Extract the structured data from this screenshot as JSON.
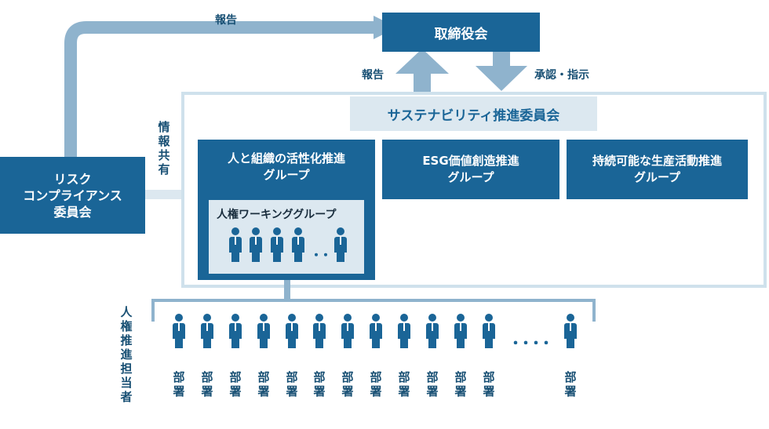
{
  "board": "取締役会",
  "report_top": "報告",
  "report_mid": "報告",
  "approve": "承認・指示",
  "sustainability_committee": "サステナビリティ推進委員会",
  "risk_committee": [
    "リスク",
    "コンプライアンス",
    "委員会"
  ],
  "info_share": [
    "情",
    "報",
    "共",
    "有"
  ],
  "groups": [
    [
      "人と組織の活性化推進",
      "グループ"
    ],
    [
      "ESG価値創造推進",
      "グループ"
    ],
    [
      "持続可能な生産活動推進",
      "グループ"
    ]
  ],
  "hr_wg": "人権ワーキンググループ",
  "ellipsis_small": "・・",
  "ellipsis_large": "・・・・",
  "hr_reps": [
    "人",
    "権",
    "推",
    "進",
    "担",
    "当",
    "者"
  ],
  "dept": [
    "部",
    "署"
  ],
  "colors": {
    "dark": "#1a6597",
    "light": "#8fb3cd",
    "pale": "#dce8f0",
    "border": "#cfe1ec",
    "text": "#174f73"
  }
}
